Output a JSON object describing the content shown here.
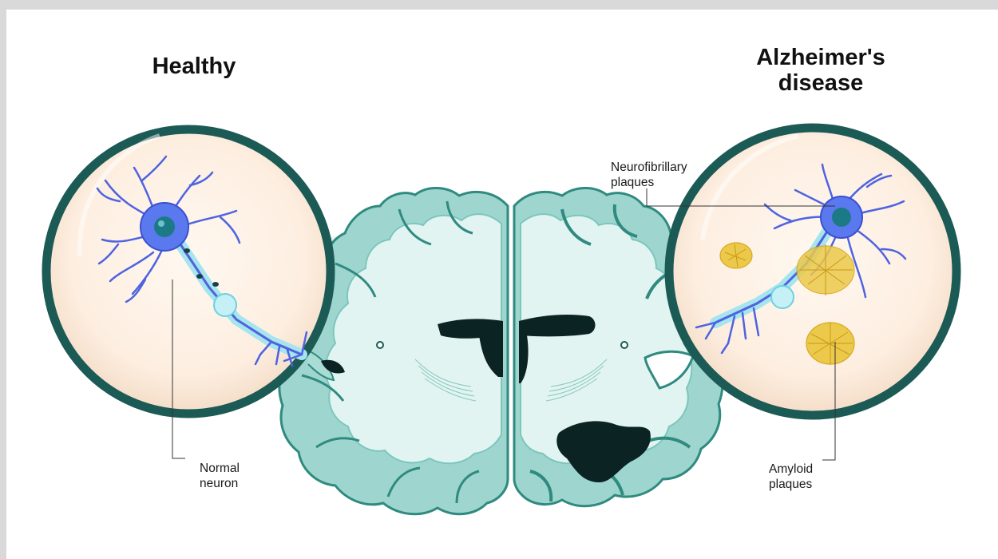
{
  "healthy": {
    "title": "Healthy",
    "label": [
      "Normal",
      "neuron"
    ]
  },
  "alzheimers": {
    "title": [
      "Alzheimer's",
      "disease"
    ],
    "neurofibrillary_label": [
      "Neurofibrillary",
      "plaques"
    ],
    "amyloid_label": [
      "Amyloid",
      "plaques"
    ]
  },
  "colors": {
    "lens_ring": "#1c5a55",
    "lens_fill": "#fdf0e4",
    "neuron": "#4e63e0",
    "neuron_body": "#5a79ee",
    "nucleus": "#1c7a86",
    "axon_sheath": "#a6e4ee",
    "brain_cortex": "#9ed6cf",
    "brain_white_matter": "#e1f4f1",
    "brain_outline": "#2f8a7f",
    "ventricle": "#0b2322",
    "plaque": "#e6c23a"
  }
}
